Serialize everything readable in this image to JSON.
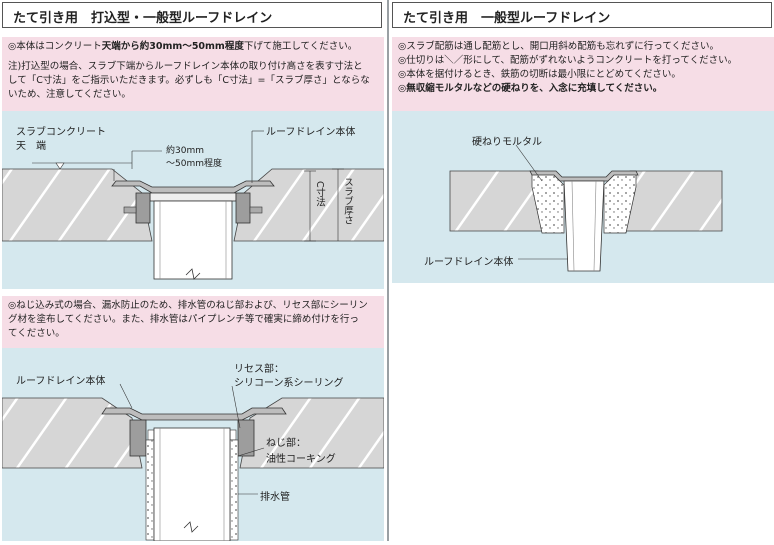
{
  "left": {
    "title": "たて引き用　打込型・一般型ルーフドレイン",
    "note1": {
      "line1_pre": "◎本体はコンクリート",
      "line1_bold": "天端から約30mm～50mm程度",
      "line1_post": "下げて施工してください。",
      "line2": "注)打込型の場合、スラブ下端からルーフドレイン本体の取り付け高さを表す寸法と",
      "line3": "して「C寸法」をご指示いただきます。必ずしも「C寸法」=「スラブ厚さ」とならな",
      "line4": "いため、注意してください。"
    },
    "diagram1": {
      "label_slab": "スラブコンクリート",
      "label_top": "天　端",
      "label_dim1": "約30mm",
      "label_dim2": "～50mm程度",
      "label_body": "ルーフドレイン本体",
      "label_c": "C寸法",
      "label_thick": "スラブ厚さ"
    },
    "note2": {
      "line1": "◎ねじ込み式の場合、漏水防止のため、排水管のねじ部および、リセス部にシーリン",
      "line2": "グ材を塗布してください。また、排水管はパイプレンチ等で確実に締め付けを行っ",
      "line3": "てください。"
    },
    "diagram2": {
      "label_body": "ルーフドレイン本体",
      "label_recess1": "リセス部：",
      "label_recess2": "シリコーン系シーリング",
      "label_screw1": "ねじ部：",
      "label_screw2": "油性コーキング",
      "label_pipe": "排水管"
    }
  },
  "right": {
    "title": "たて引き用　一般型ルーフドレイン",
    "note": {
      "line1": "◎スラブ配筋は通し配筋とし、開口用斜め配筋も忘れずに行ってください。",
      "line2": "◎仕切りは＼／形にして、配筋がずれないようコンクリートを打ってください。",
      "line3": "◎本体を据付けるとき、鉄筋の切断は最小限にとどめてください。",
      "line4": "◎無収縮モルタルなどの硬ねりを、入念に充填してください。"
    },
    "diagram": {
      "label_mortar": "硬ねりモルタル",
      "label_body": "ルーフドレイン本体"
    }
  }
}
